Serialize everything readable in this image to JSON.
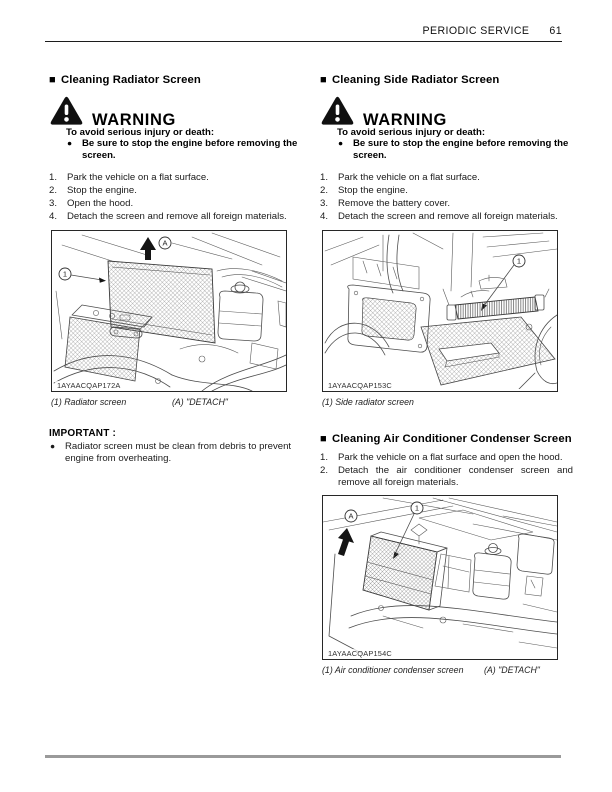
{
  "header": {
    "title": "PERIODIC SERVICE",
    "page_number": "61"
  },
  "glyphs": {
    "square": "■",
    "bullet": "●"
  },
  "warning": {
    "title": "WARNING",
    "intro": "To avoid serious injury or death:",
    "bullet": "Be sure to stop the engine before removing the screen."
  },
  "figure_labels": {
    "item": "1",
    "detach": "A"
  },
  "sections": {
    "radiator": {
      "heading": "Cleaning Radiator Screen",
      "steps": [
        {
          "num": "1.",
          "text": "Park the vehicle on a flat surface."
        },
        {
          "num": "2.",
          "text": "Stop the engine."
        },
        {
          "num": "3.",
          "text": "Open the hood."
        },
        {
          "num": "4.",
          "text": "Detach the screen and remove all foreign materials."
        }
      ],
      "figure_code": "1AYAACQAP172A",
      "caption_item": "(1) Radiator screen",
      "caption_detach": "(A) \"DETACH\"",
      "important_label": "IMPORTANT :",
      "important_text": "Radiator screen must be clean from debris to prevent engine from overheating."
    },
    "side_radiator": {
      "heading": "Cleaning Side Radiator Screen",
      "steps": [
        {
          "num": "1.",
          "text": "Park the vehicle on a flat surface."
        },
        {
          "num": "2.",
          "text": "Stop the engine."
        },
        {
          "num": "3.",
          "text": "Remove the battery cover."
        },
        {
          "num": "4.",
          "text": "Detach the screen and remove all foreign materials."
        }
      ],
      "figure_code": "1AYAACQAP153C",
      "caption_item": "(1) Side radiator screen"
    },
    "ac_condenser": {
      "heading": "Cleaning Air Conditioner Condenser Screen",
      "steps": [
        {
          "num": "1.",
          "text": "Park the vehicle on a flat surface and open the hood."
        },
        {
          "num": "2.",
          "text": "Detach the air conditioner condenser screen and remove all foreign materials."
        }
      ],
      "figure_code": "1AYAACQAP154C",
      "caption_item": "(1) Air conditioner condenser screen",
      "caption_detach": "(A) \"DETACH\""
    }
  }
}
